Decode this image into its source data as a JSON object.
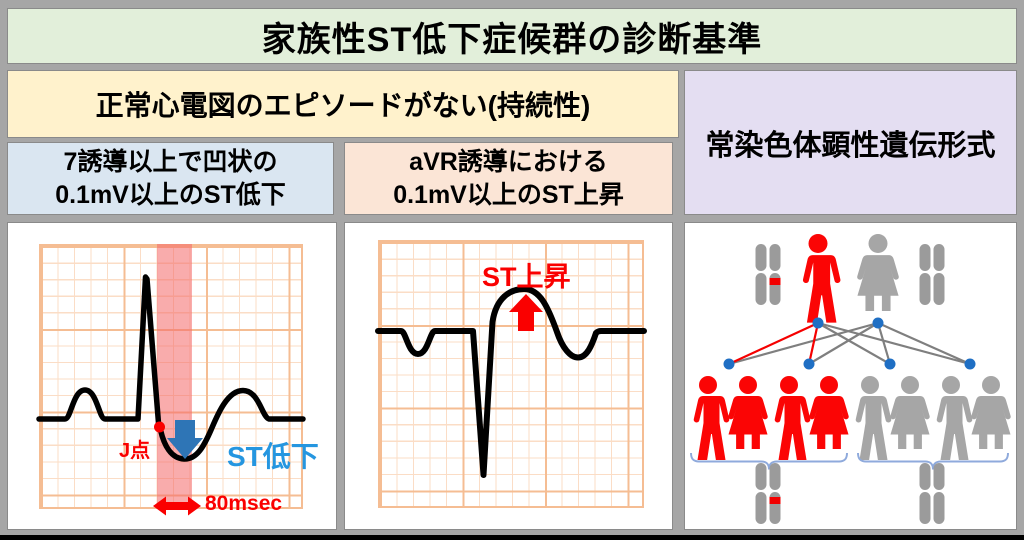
{
  "title": "家族性ST低下症候群の診断基準",
  "criteria": {
    "persistence": "正常心電図のエピソードがない(持続性)",
    "st_depression": {
      "line1": "7誘導以上で凹状の",
      "line2": "0.1mV以上のST低下"
    },
    "st_elevation": {
      "line1": "aVR誘導における",
      "line2": "0.1mV以上のST上昇"
    },
    "inheritance": "常染色体顕性遺伝形式"
  },
  "ecg_depression": {
    "j_point_label": "J点",
    "st_label": "ST低下",
    "duration_label": "80msec"
  },
  "ecg_elevation": {
    "st_label": "ST上昇"
  },
  "pedigree": {
    "father": "affected-male",
    "mother": "unaffected-female",
    "children": [
      "affected-male",
      "affected-female",
      "affected-male",
      "affected-female",
      "unaffected-male",
      "unaffected-female",
      "unaffected-male",
      "unaffected-female"
    ],
    "affected_group_chromosome": "carries-red-band",
    "unaffected_group_chromosome": "normal"
  },
  "colors": {
    "canvas_bg": "#a6a6a6",
    "title_bg": "#e2efda",
    "persistence_bg": "#fff2cc",
    "st_depression_bg": "#dae6f1",
    "st_elevation_bg": "#fbe5d6",
    "inheritance_bg": "#e4def2",
    "ecg_grid_minor": "#fbddc6",
    "ecg_grid_major": "#f5bd93",
    "ecg_trace": "#000000",
    "highlight_band": "#f46868",
    "annotation_red": "#fa0000",
    "arrow_blue": "#2e75b6",
    "label_blue": "#2596e0",
    "affected_red": "#fb0505",
    "unaffected_gray": "#a6a6a6",
    "chromosome_gray": "#9b9b9b",
    "chromosome_band_red": "#f20000",
    "dot_blue": "#1f6fc4",
    "line_gray": "#7f7f7f",
    "line_red": "#f50000",
    "brace_blue": "#8faadc"
  }
}
